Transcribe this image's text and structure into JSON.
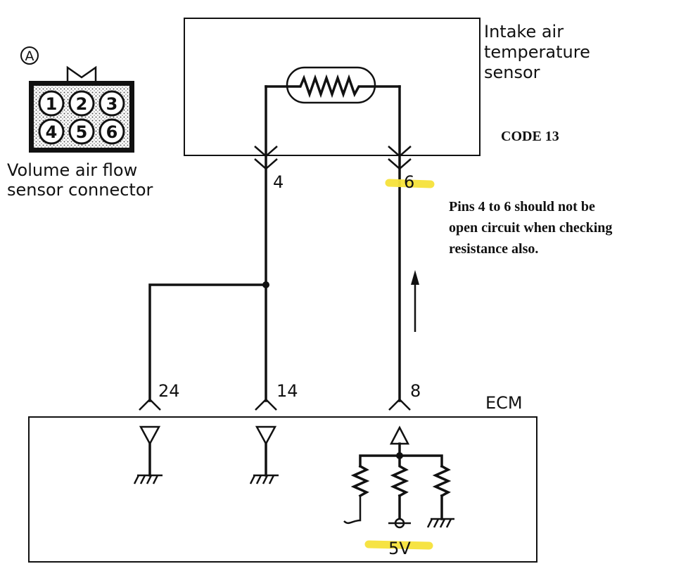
{
  "connector": {
    "letter": "A",
    "pins": [
      "1",
      "2",
      "3",
      "4",
      "5",
      "6"
    ],
    "caption_line1": "Volume air flow",
    "caption_line2": "sensor connector"
  },
  "sensor": {
    "label_line1": "Intake  air",
    "label_line2": "temperature",
    "label_line3": "sensor"
  },
  "code_label": "CODE 13",
  "note": {
    "line1": "Pins 4 to 6 should not be",
    "line2": "open circuit when checking",
    "line3": "resistance also."
  },
  "pins": {
    "sensor_left": "4",
    "sensor_right": "6",
    "ecm_left": "24",
    "ecm_mid": "14",
    "ecm_right": "8"
  },
  "ecm": {
    "label": "ECM",
    "voltage": "5V"
  },
  "colors": {
    "line": "#111111",
    "highlight": "#f6e23a"
  }
}
